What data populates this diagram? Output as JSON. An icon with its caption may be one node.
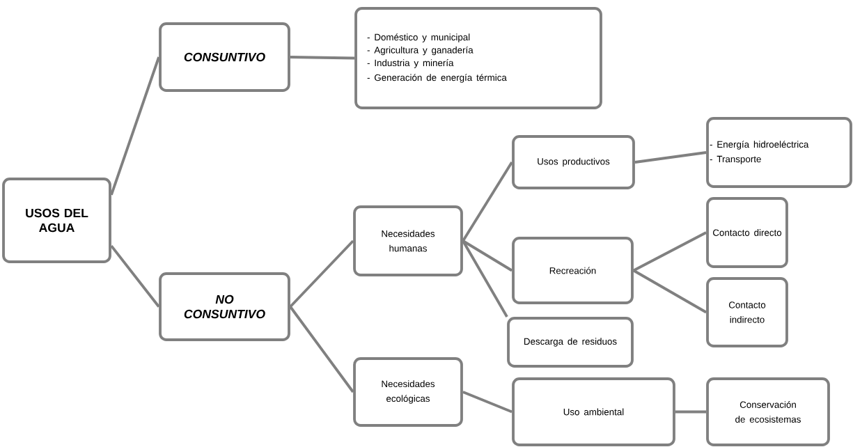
{
  "diagram": {
    "nodes": [
      {
        "text": [
          "USOS DEL AGUA"
        ]
      },
      {
        "text": [
          "CONSUNTIVO"
        ]
      },
      {
        "text": [
          "- Doméstico y municipal",
          "- Agricultura y ganadería",
          "- Industria y minería",
          "- Generación de energía térmica"
        ]
      },
      {
        "text": [
          "NO CONSUNTIVO"
        ]
      },
      {
        "text": [
          "Necesidades humanas"
        ]
      },
      {
        "text": [
          "Usos productivos"
        ]
      },
      {
        "text": [
          "- Energía hidroeléctrica",
          "- Transporte"
        ]
      },
      {
        "text": [
          "Recreación"
        ]
      },
      {
        "text": [
          "Contacto directo"
        ]
      },
      {
        "text": [
          "Contacto indirecto"
        ]
      },
      {
        "text": [
          "Descarga de residuos"
        ]
      },
      {
        "text": [
          "Necesidades ecológicas"
        ]
      },
      {
        "text": [
          "Uso ambiental"
        ]
      },
      {
        "text": [
          "Conservación de ecosistemas"
        ]
      }
    ],
    "edges": [
      {
        "from": 0,
        "to": 1,
        "arrow": "none"
      },
      {
        "from": 0,
        "to": 3,
        "arrow": "none"
      },
      {
        "from": 1,
        "to": 2,
        "arrow": "none"
      },
      {
        "from": 3,
        "to": 4,
        "arrow": "none"
      },
      {
        "from": 3,
        "to": 11,
        "arrow": "none"
      },
      {
        "from": 4,
        "to": 5,
        "arrow": "none"
      },
      {
        "from": 4,
        "to": 7,
        "arrow": "none"
      },
      {
        "from": 4,
        "to": 10,
        "arrow": "none"
      },
      {
        "from": 5,
        "to": 6,
        "arrow": "none"
      },
      {
        "from": 7,
        "to": 8,
        "arrow": "none"
      },
      {
        "from": 7,
        "to": 9,
        "arrow": "none"
      },
      {
        "from": 11,
        "to": 12,
        "arrow": "none"
      },
      {
        "from": 12,
        "to": 13,
        "arrow": "none"
      }
    ]
  }
}
